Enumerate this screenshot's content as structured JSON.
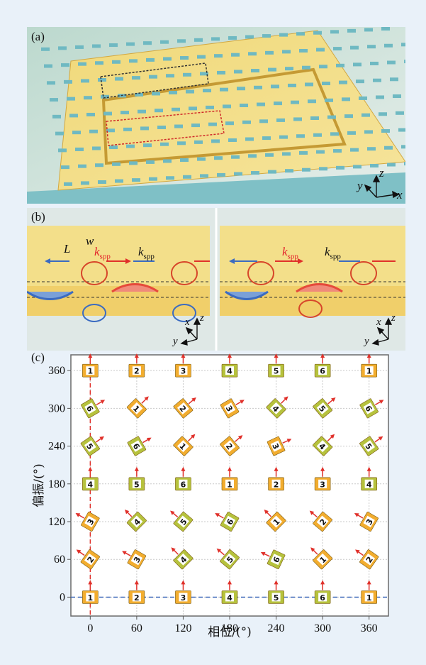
{
  "panels": {
    "a": {
      "label": "(a)",
      "axes": {
        "x": "x",
        "y": "y",
        "z": "z"
      }
    },
    "b": {
      "label": "(b)",
      "symbols": {
        "L": "L",
        "w": "w",
        "k": "k",
        "spp": "spp"
      },
      "axes": {
        "x": "x",
        "y": "y",
        "z": "z"
      }
    },
    "c": {
      "label": "(c)"
    }
  },
  "colors": {
    "gold": "#f2ad2f",
    "olive": "#b6c23d",
    "red_arrow": "#e0302a",
    "blue_arrow": "#3a66b8",
    "frame": "#6a6a6a"
  },
  "chart_data": {
    "type": "scatter",
    "xlabel": "相位/(°)",
    "ylabel": "偏振/(°)",
    "x_ticks": [
      0,
      60,
      120,
      180,
      240,
      300,
      360
    ],
    "y_ticks": [
      0,
      60,
      120,
      180,
      240,
      300,
      360
    ],
    "xlim": [
      -25,
      385
    ],
    "ylim": [
      -30,
      385
    ],
    "grid": true,
    "series": [
      {
        "name": "",
        "points": [
          {
            "x": 0,
            "y": 360,
            "id": "1",
            "color": "gold",
            "angle": 0
          },
          {
            "x": 60,
            "y": 360,
            "id": "2",
            "color": "gold",
            "angle": 0
          },
          {
            "x": 120,
            "y": 360,
            "id": "3",
            "color": "gold",
            "angle": 0
          },
          {
            "x": 180,
            "y": 360,
            "id": "4",
            "color": "olive",
            "angle": 0
          },
          {
            "x": 240,
            "y": 360,
            "id": "5",
            "color": "olive",
            "angle": 0
          },
          {
            "x": 300,
            "y": 360,
            "id": "6",
            "color": "olive",
            "angle": 0
          },
          {
            "x": 360,
            "y": 360,
            "id": "1",
            "color": "gold",
            "angle": 0
          },
          {
            "x": 0,
            "y": 300,
            "id": "6",
            "color": "olive",
            "angle": -60
          },
          {
            "x": 60,
            "y": 300,
            "id": "1",
            "color": "gold",
            "angle": -45
          },
          {
            "x": 120,
            "y": 300,
            "id": "2",
            "color": "gold",
            "angle": -50
          },
          {
            "x": 180,
            "y": 300,
            "id": "3",
            "color": "gold",
            "angle": -60
          },
          {
            "x": 240,
            "y": 300,
            "id": "4",
            "color": "olive",
            "angle": -45
          },
          {
            "x": 300,
            "y": 300,
            "id": "5",
            "color": "olive",
            "angle": -50
          },
          {
            "x": 360,
            "y": 300,
            "id": "6",
            "color": "olive",
            "angle": -60
          },
          {
            "x": 0,
            "y": 240,
            "id": "5",
            "color": "olive",
            "angle": -55
          },
          {
            "x": 60,
            "y": 240,
            "id": "6",
            "color": "olive",
            "angle": -60
          },
          {
            "x": 120,
            "y": 240,
            "id": "1",
            "color": "gold",
            "angle": -45
          },
          {
            "x": 180,
            "y": 240,
            "id": "2",
            "color": "gold",
            "angle": -50
          },
          {
            "x": 240,
            "y": 240,
            "id": "3",
            "color": "gold",
            "angle": -65
          },
          {
            "x": 300,
            "y": 240,
            "id": "4",
            "color": "olive",
            "angle": -45
          },
          {
            "x": 360,
            "y": 240,
            "id": "5",
            "color": "olive",
            "angle": -55
          },
          {
            "x": 0,
            "y": 180,
            "id": "4",
            "color": "olive",
            "angle": 0
          },
          {
            "x": 60,
            "y": 180,
            "id": "5",
            "color": "olive",
            "angle": 0
          },
          {
            "x": 120,
            "y": 180,
            "id": "6",
            "color": "olive",
            "angle": 0
          },
          {
            "x": 180,
            "y": 180,
            "id": "1",
            "color": "gold",
            "angle": 0
          },
          {
            "x": 240,
            "y": 180,
            "id": "2",
            "color": "gold",
            "angle": 0
          },
          {
            "x": 300,
            "y": 180,
            "id": "3",
            "color": "gold",
            "angle": 0
          },
          {
            "x": 360,
            "y": 180,
            "id": "4",
            "color": "olive",
            "angle": 0
          },
          {
            "x": 0,
            "y": 120,
            "id": "3",
            "color": "gold",
            "angle": 60
          },
          {
            "x": 60,
            "y": 120,
            "id": "4",
            "color": "olive",
            "angle": 45
          },
          {
            "x": 120,
            "y": 120,
            "id": "5",
            "color": "olive",
            "angle": 50
          },
          {
            "x": 180,
            "y": 120,
            "id": "6",
            "color": "olive",
            "angle": 60
          },
          {
            "x": 240,
            "y": 120,
            "id": "1",
            "color": "gold",
            "angle": 45
          },
          {
            "x": 300,
            "y": 120,
            "id": "2",
            "color": "gold",
            "angle": 50
          },
          {
            "x": 360,
            "y": 120,
            "id": "3",
            "color": "gold",
            "angle": 60
          },
          {
            "x": 0,
            "y": 60,
            "id": "2",
            "color": "gold",
            "angle": 55
          },
          {
            "x": 60,
            "y": 60,
            "id": "3",
            "color": "gold",
            "angle": 60
          },
          {
            "x": 120,
            "y": 60,
            "id": "4",
            "color": "olive",
            "angle": 45
          },
          {
            "x": 180,
            "y": 60,
            "id": "5",
            "color": "olive",
            "angle": 50
          },
          {
            "x": 240,
            "y": 60,
            "id": "6",
            "color": "olive",
            "angle": 65
          },
          {
            "x": 300,
            "y": 60,
            "id": "1",
            "color": "gold",
            "angle": 45
          },
          {
            "x": 360,
            "y": 60,
            "id": "2",
            "color": "gold",
            "angle": 55
          },
          {
            "x": 0,
            "y": 0,
            "id": "1",
            "color": "gold",
            "angle": 0
          },
          {
            "x": 60,
            "y": 0,
            "id": "2",
            "color": "gold",
            "angle": 0
          },
          {
            "x": 120,
            "y": 0,
            "id": "3",
            "color": "gold",
            "angle": 0
          },
          {
            "x": 180,
            "y": 0,
            "id": "4",
            "color": "olive",
            "angle": 0
          },
          {
            "x": 240,
            "y": 0,
            "id": "5",
            "color": "olive",
            "angle": 0
          },
          {
            "x": 300,
            "y": 0,
            "id": "6",
            "color": "olive",
            "angle": 0
          },
          {
            "x": 360,
            "y": 0,
            "id": "1",
            "color": "gold",
            "angle": 0
          }
        ]
      }
    ]
  }
}
